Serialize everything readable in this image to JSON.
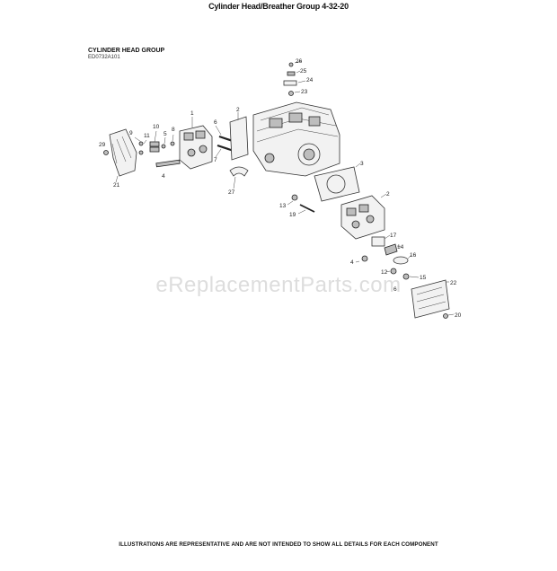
{
  "page_title": "Cylinder Head/Breather Group 4-32-20",
  "group_title": "CYLINDER HEAD GROUP",
  "group_code": "ED0732A101",
  "watermark": "eReplacementParts.com",
  "footer": "ILLUSTRATIONS ARE REPRESENTATIVE AND ARE NOT INTENDED TO SHOW ALL DETAILS FOR EACH COMPONENT",
  "callouts": {
    "c26": "26",
    "c25": "25",
    "c24": "24",
    "c23": "23",
    "c1": "1",
    "c2a": "2",
    "c10": "10",
    "c9": "9",
    "c11": "11",
    "c5": "5",
    "c8": "8",
    "c6": "6",
    "c29": "29",
    "c7": "7",
    "c4a": "4",
    "c21": "21",
    "c3": "3",
    "c27": "27",
    "c2b": "2",
    "c13": "13",
    "c19": "19",
    "c17": "17",
    "c14": "14",
    "c4b": "4",
    "c16": "16",
    "c12": "12",
    "c15": "15",
    "c6b": "6",
    "c22": "22",
    "c20": "20"
  }
}
